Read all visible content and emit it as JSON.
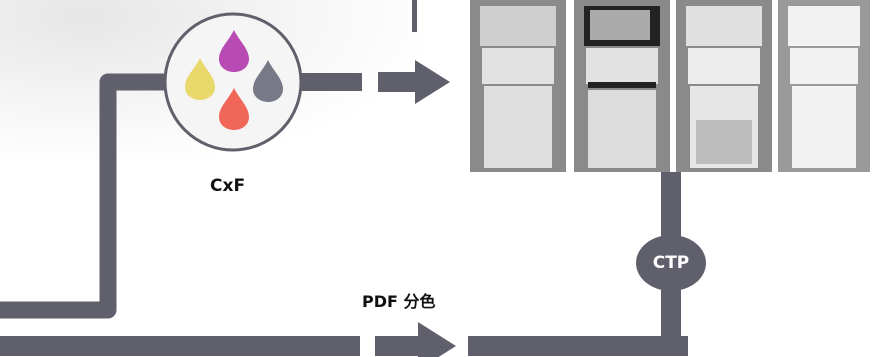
{
  "labels": {
    "cxf": "CxF",
    "pdf": "PDF 分色",
    "ctp": "CTP"
  },
  "colors": {
    "arrow": "#5f606b",
    "ink_magenta": "#b84bb3",
    "ink_yellow": "#e9d86a",
    "ink_gray": "#777a86",
    "ink_red": "#f0675a"
  },
  "icons": [
    "ink-drops-icon",
    "arrow-right-icon"
  ],
  "plates": [
    {
      "name": "separation-plate-1",
      "tone": "light-gray"
    },
    {
      "name": "separation-plate-2",
      "tone": "dark"
    },
    {
      "name": "separation-plate-3",
      "tone": "gradient"
    },
    {
      "name": "separation-plate-4",
      "tone": "white"
    }
  ]
}
